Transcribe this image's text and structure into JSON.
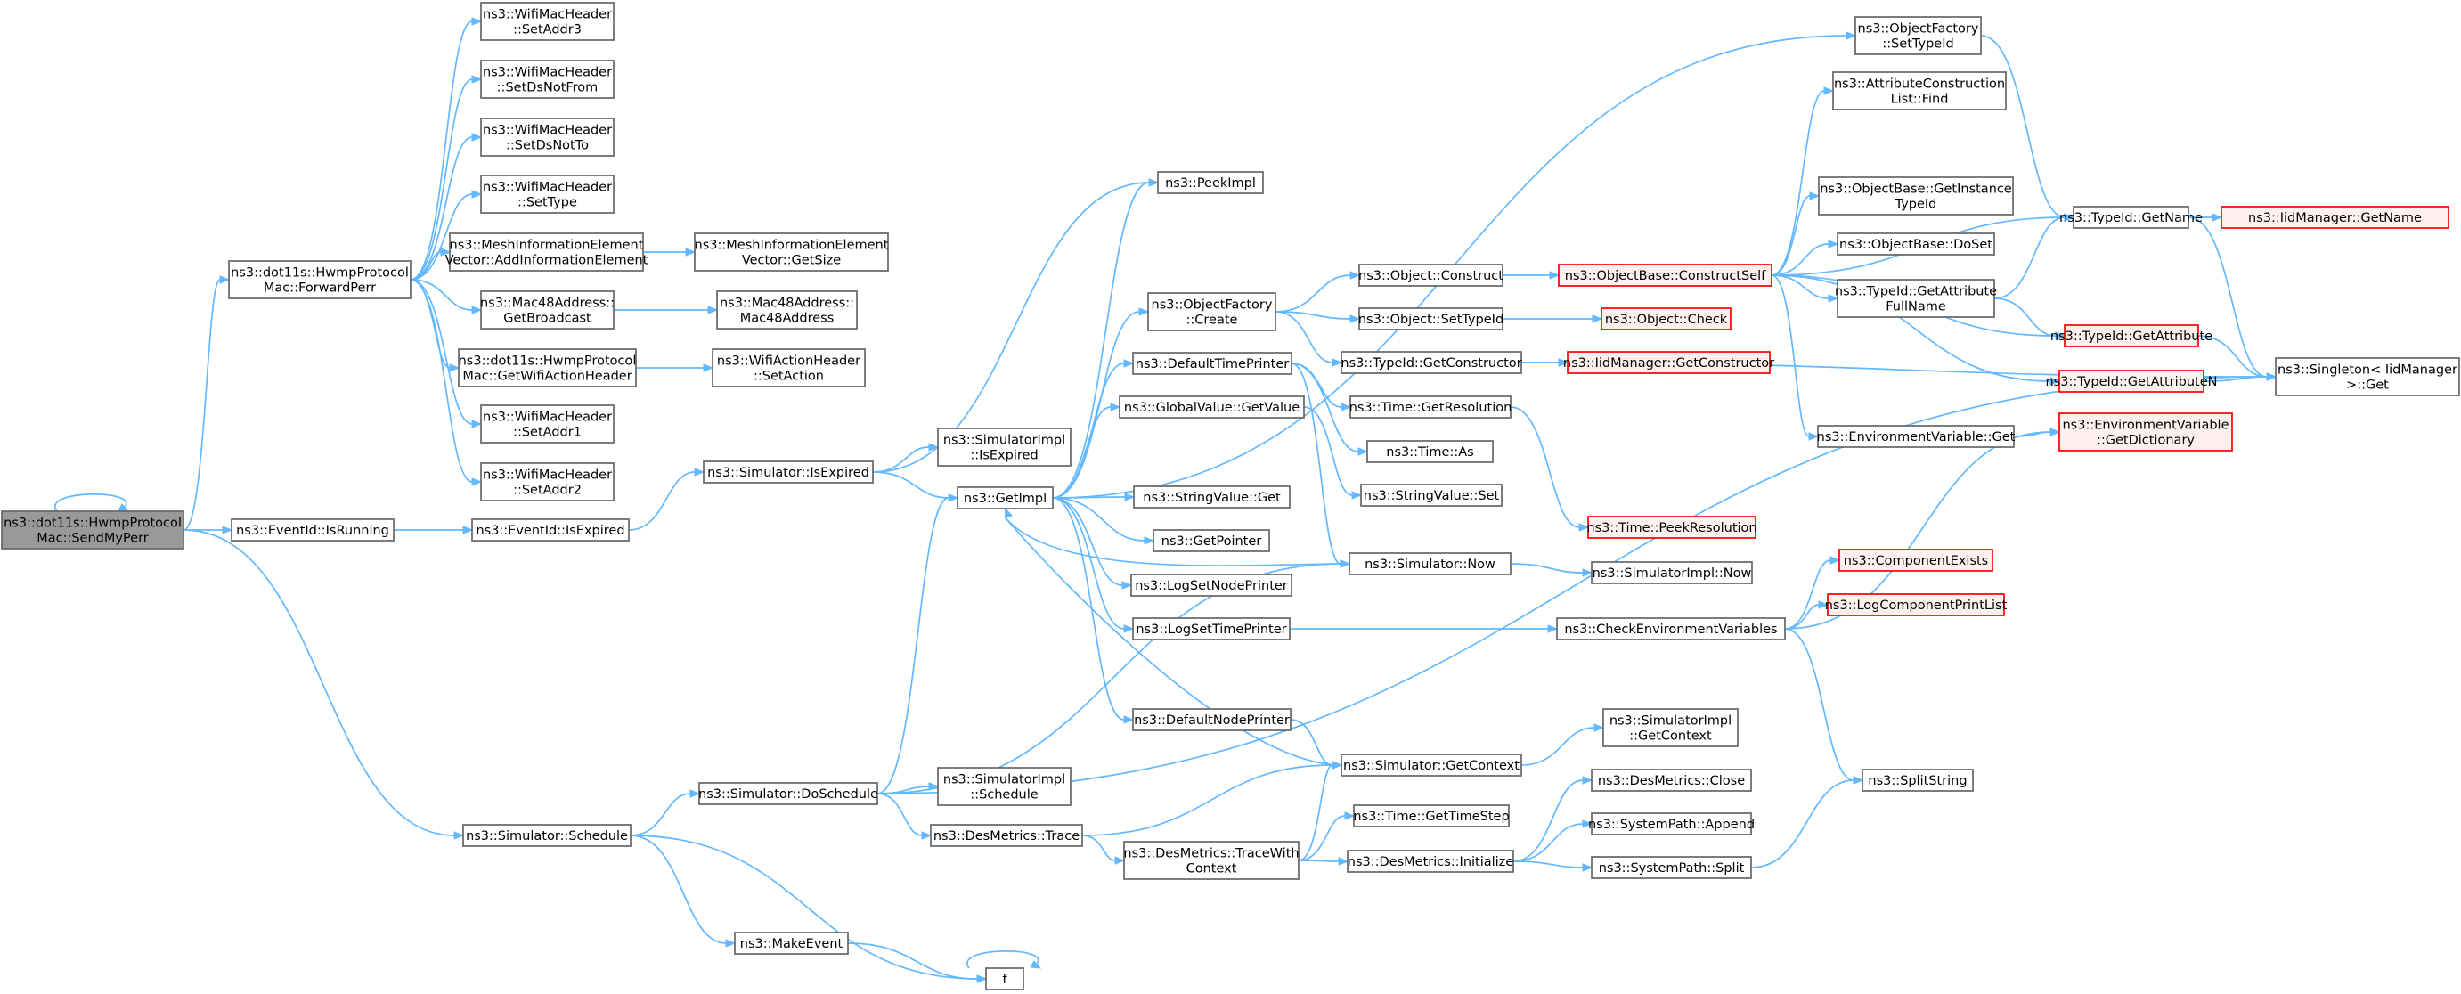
{
  "graph": {
    "colors": {
      "edge": "#63b8ff",
      "root_fill": "#999999",
      "node_border": "#666666",
      "truncated_border": "#ff0000"
    },
    "nodes": [
      {
        "id": "sendmyperr",
        "lines": [
          "ns3::dot11s::HwmpProtocol",
          "Mac::SendMyPerr"
        ],
        "style": "root"
      },
      {
        "id": "forwardperr",
        "lines": [
          "ns3::dot11s::HwmpProtocol",
          "Mac::ForwardPerr"
        ]
      },
      {
        "id": "isrunning",
        "lines": [
          "ns3::EventId::IsRunning"
        ]
      },
      {
        "id": "schedule",
        "lines": [
          "ns3::Simulator::Schedule"
        ]
      },
      {
        "id": "setaddr3",
        "lines": [
          "ns3::WifiMacHeader",
          "::SetAddr3"
        ]
      },
      {
        "id": "setdsnotfrom",
        "lines": [
          "ns3::WifiMacHeader",
          "::SetDsNotFrom"
        ]
      },
      {
        "id": "setdsnotto",
        "lines": [
          "ns3::WifiMacHeader",
          "::SetDsNotTo"
        ]
      },
      {
        "id": "settype",
        "lines": [
          "ns3::WifiMacHeader",
          "::SetType"
        ]
      },
      {
        "id": "addinfo",
        "lines": [
          "ns3::MeshInformationElement",
          "Vector::AddInformationElement"
        ]
      },
      {
        "id": "getbroadcast",
        "lines": [
          "ns3::Mac48Address::",
          "GetBroadcast"
        ]
      },
      {
        "id": "getwifiaction",
        "lines": [
          "ns3::dot11s::HwmpProtocol",
          "Mac::GetWifiActionHeader"
        ]
      },
      {
        "id": "setaddr1",
        "lines": [
          "ns3::WifiMacHeader",
          "::SetAddr1"
        ]
      },
      {
        "id": "setaddr2",
        "lines": [
          "ns3::WifiMacHeader",
          "::SetAddr2"
        ]
      },
      {
        "id": "iexpired",
        "lines": [
          "ns3::EventId::IsExpired"
        ]
      },
      {
        "id": "doschedule",
        "lines": [
          "ns3::Simulator::DoSchedule"
        ]
      },
      {
        "id": "makeevent",
        "lines": [
          "ns3::MakeEvent"
        ]
      },
      {
        "id": "f",
        "lines": [
          "f"
        ]
      },
      {
        "id": "meshgetsize",
        "lines": [
          "ns3::MeshInformationElement",
          "Vector::GetSize"
        ]
      },
      {
        "id": "mac48ctor",
        "lines": [
          "ns3::Mac48Address::",
          "Mac48Address"
        ]
      },
      {
        "id": "setaction",
        "lines": [
          "ns3::WifiActionHeader",
          "::SetAction"
        ]
      },
      {
        "id": "simisexpired",
        "lines": [
          "ns3::Simulator::IsExpired"
        ]
      },
      {
        "id": "simimplisexpired",
        "lines": [
          "ns3::SimulatorImpl",
          "::IsExpired"
        ]
      },
      {
        "id": "simimplschedule",
        "lines": [
          "ns3::SimulatorImpl",
          "::Schedule"
        ]
      },
      {
        "id": "destrace",
        "lines": [
          "ns3::DesMetrics::Trace"
        ]
      },
      {
        "id": "getimpl",
        "lines": [
          "ns3::GetImpl"
        ]
      },
      {
        "id": "peekimpl",
        "lines": [
          "ns3::PeekImpl"
        ]
      },
      {
        "id": "ofcreate",
        "lines": [
          "ns3::ObjectFactory",
          "::Create"
        ]
      },
      {
        "id": "deftimeprinter",
        "lines": [
          "ns3::DefaultTimePrinter"
        ]
      },
      {
        "id": "gvget",
        "lines": [
          "ns3::GlobalValue::GetValue"
        ]
      },
      {
        "id": "svget",
        "lines": [
          "ns3::StringValue::Get"
        ]
      },
      {
        "id": "getpointer",
        "lines": [
          "ns3::GetPointer"
        ]
      },
      {
        "id": "logsetnode",
        "lines": [
          "ns3::LogSetNodePrinter"
        ]
      },
      {
        "id": "logsettime",
        "lines": [
          "ns3::LogSetTimePrinter"
        ]
      },
      {
        "id": "defnodeprinter",
        "lines": [
          "ns3::DefaultNodePrinter"
        ]
      },
      {
        "id": "tracewithctx",
        "lines": [
          "ns3::DesMetrics::TraceWith",
          "Context"
        ]
      },
      {
        "id": "objconstruct",
        "lines": [
          "ns3::Object::Construct"
        ]
      },
      {
        "id": "objsettypeid",
        "lines": [
          "ns3::Object::SetTypeId"
        ]
      },
      {
        "id": "tidgetctor",
        "lines": [
          "ns3::TypeId::GetConstructor"
        ]
      },
      {
        "id": "timegetres",
        "lines": [
          "ns3::Time::GetResolution"
        ]
      },
      {
        "id": "timeas",
        "lines": [
          "ns3::Time::As"
        ]
      },
      {
        "id": "svset",
        "lines": [
          "ns3::StringValue::Set"
        ]
      },
      {
        "id": "simnow",
        "lines": [
          "ns3::Simulator::Now"
        ]
      },
      {
        "id": "simgetctx",
        "lines": [
          "ns3::Simulator::GetContext"
        ]
      },
      {
        "id": "timegetstep",
        "lines": [
          "ns3::Time::GetTimeStep"
        ]
      },
      {
        "id": "desinit",
        "lines": [
          "ns3::DesMetrics::Initialize"
        ]
      },
      {
        "id": "objbasecs",
        "lines": [
          "ns3::ObjectBase::ConstructSelf"
        ],
        "style": "red"
      },
      {
        "id": "objcheck",
        "lines": [
          "ns3::Object::Check"
        ],
        "style": "red"
      },
      {
        "id": "iidgetctor",
        "lines": [
          "ns3::IidManager::GetConstructor"
        ],
        "style": "red"
      },
      {
        "id": "timepeekres",
        "lines": [
          "ns3::Time::PeekResolution"
        ],
        "style": "red"
      },
      {
        "id": "simimplnow",
        "lines": [
          "ns3::SimulatorImpl::Now"
        ]
      },
      {
        "id": "checkenv",
        "lines": [
          "ns3::CheckEnvironmentVariables"
        ]
      },
      {
        "id": "simimplgetctx",
        "lines": [
          "ns3::SimulatorImpl",
          "::GetContext"
        ]
      },
      {
        "id": "desclose",
        "lines": [
          "ns3::DesMetrics::Close"
        ]
      },
      {
        "id": "sysappend",
        "lines": [
          "ns3::SystemPath::Append"
        ]
      },
      {
        "id": "syssplit",
        "lines": [
          "ns3::SystemPath::Split"
        ]
      },
      {
        "id": "ofsettypeid",
        "lines": [
          "ns3::ObjectFactory",
          "::SetTypeId"
        ]
      },
      {
        "id": "acfind",
        "lines": [
          "ns3::AttributeConstruction",
          "List::Find"
        ]
      },
      {
        "id": "obgetinst",
        "lines": [
          "ns3::ObjectBase::GetInstance",
          "TypeId"
        ]
      },
      {
        "id": "obdoset",
        "lines": [
          "ns3::ObjectBase::DoSet"
        ]
      },
      {
        "id": "tidgetattrfull",
        "lines": [
          "ns3::TypeId::GetAttribute",
          "FullName"
        ]
      },
      {
        "id": "envget",
        "lines": [
          "ns3::EnvironmentVariable::Get"
        ]
      },
      {
        "id": "compexists",
        "lines": [
          "ns3::ComponentExists"
        ],
        "style": "red"
      },
      {
        "id": "logcompprint",
        "lines": [
          "ns3::LogComponentPrintList"
        ],
        "style": "red"
      },
      {
        "id": "splitstring",
        "lines": [
          "ns3::SplitString"
        ]
      },
      {
        "id": "tidgetname",
        "lines": [
          "ns3::TypeId::GetName"
        ]
      },
      {
        "id": "tidgetattr",
        "lines": [
          "ns3::TypeId::GetAttribute"
        ],
        "style": "red"
      },
      {
        "id": "tidgetattrn",
        "lines": [
          "ns3::TypeId::GetAttributeN"
        ],
        "style": "red"
      },
      {
        "id": "envgetdict",
        "lines": [
          "ns3::EnvironmentVariable",
          "::GetDictionary"
        ],
        "style": "red"
      },
      {
        "id": "iidgetname",
        "lines": [
          "ns3::IidManager::GetName"
        ],
        "style": "red"
      },
      {
        "id": "singletonget",
        "lines": [
          "ns3::Singleton< IidManager",
          ">::Get"
        ]
      }
    ],
    "edges": [
      [
        "sendmyperr",
        "sendmyperr"
      ],
      [
        "sendmyperr",
        "forwardperr"
      ],
      [
        "sendmyperr",
        "isrunning"
      ],
      [
        "sendmyperr",
        "schedule"
      ],
      [
        "forwardperr",
        "setaddr3"
      ],
      [
        "forwardperr",
        "setdsnotfrom"
      ],
      [
        "forwardperr",
        "setdsnotto"
      ],
      [
        "forwardperr",
        "settype"
      ],
      [
        "forwardperr",
        "addinfo"
      ],
      [
        "forwardperr",
        "getbroadcast"
      ],
      [
        "forwardperr",
        "getwifiaction"
      ],
      [
        "forwardperr",
        "setaddr1"
      ],
      [
        "forwardperr",
        "setaddr2"
      ],
      [
        "addinfo",
        "meshgetsize"
      ],
      [
        "getbroadcast",
        "mac48ctor"
      ],
      [
        "getwifiaction",
        "setaction"
      ],
      [
        "isrunning",
        "iexpired"
      ],
      [
        "iexpired",
        "simisexpired"
      ],
      [
        "simisexpired",
        "peekimpl"
      ],
      [
        "simisexpired",
        "simimplisexpired"
      ],
      [
        "simisexpired",
        "getimpl"
      ],
      [
        "schedule",
        "doschedule"
      ],
      [
        "schedule",
        "makeevent"
      ],
      [
        "schedule",
        "f"
      ],
      [
        "makeevent",
        "f"
      ],
      [
        "f",
        "f"
      ],
      [
        "doschedule",
        "getimpl"
      ],
      [
        "doschedule",
        "simimplschedule"
      ],
      [
        "doschedule",
        "destrace"
      ],
      [
        "doschedule",
        "simnow"
      ],
      [
        "doschedule",
        "singletonget"
      ],
      [
        "destrace",
        "simgetctx"
      ],
      [
        "destrace",
        "tracewithctx"
      ],
      [
        "getimpl",
        "peekimpl"
      ],
      [
        "getimpl",
        "ofsettypeid"
      ],
      [
        "getimpl",
        "ofcreate"
      ],
      [
        "getimpl",
        "deftimeprinter"
      ],
      [
        "getimpl",
        "gvget"
      ],
      [
        "getimpl",
        "svget"
      ],
      [
        "getimpl",
        "getpointer"
      ],
      [
        "getimpl",
        "logsetnode"
      ],
      [
        "getimpl",
        "logsettime"
      ],
      [
        "getimpl",
        "defnodeprinter"
      ],
      [
        "ofcreate",
        "objconstruct"
      ],
      [
        "ofcreate",
        "objsettypeid"
      ],
      [
        "ofcreate",
        "tidgetctor"
      ],
      [
        "deftimeprinter",
        "timegetres"
      ],
      [
        "deftimeprinter",
        "timeas"
      ],
      [
        "deftimeprinter",
        "simnow"
      ],
      [
        "gvget",
        "svset"
      ],
      [
        "logsettime",
        "checkenv"
      ],
      [
        "defnodeprinter",
        "simgetctx"
      ],
      [
        "simnow",
        "getimpl"
      ],
      [
        "simnow",
        "simimplnow"
      ],
      [
        "simgetctx",
        "getimpl"
      ],
      [
        "simgetctx",
        "simimplgetctx"
      ],
      [
        "tracewithctx",
        "simgetctx"
      ],
      [
        "tracewithctx",
        "timegetstep"
      ],
      [
        "tracewithctx",
        "desinit"
      ],
      [
        "desinit",
        "desclose"
      ],
      [
        "desinit",
        "sysappend"
      ],
      [
        "desinit",
        "syssplit"
      ],
      [
        "objconstruct",
        "objbasecs"
      ],
      [
        "objsettypeid",
        "objcheck"
      ],
      [
        "tidgetctor",
        "iidgetctor"
      ],
      [
        "tidgetctor",
        "singletonget"
      ],
      [
        "timegetres",
        "timepeekres"
      ],
      [
        "objbasecs",
        "acfind"
      ],
      [
        "objbasecs",
        "obgetinst"
      ],
      [
        "objbasecs",
        "obdoset"
      ],
      [
        "objbasecs",
        "tidgetattrfull"
      ],
      [
        "objbasecs",
        "envget"
      ],
      [
        "objbasecs",
        "tidgetname"
      ],
      [
        "objbasecs",
        "tidgetattr"
      ],
      [
        "objbasecs",
        "tidgetattrn"
      ],
      [
        "checkenv",
        "compexists"
      ],
      [
        "checkenv",
        "logcompprint"
      ],
      [
        "checkenv",
        "splitstring"
      ],
      [
        "checkenv",
        "envgetdict"
      ],
      [
        "syssplit",
        "splitstring"
      ],
      [
        "ofsettypeid",
        "tidgetname"
      ],
      [
        "tidgetattrfull",
        "tidgetname"
      ],
      [
        "tidgetattrfull",
        "tidgetattr"
      ],
      [
        "envget",
        "envgetdict"
      ],
      [
        "tidgetname",
        "iidgetname"
      ],
      [
        "tidgetname",
        "singletonget"
      ],
      [
        "tidgetattr",
        "singletonget"
      ],
      [
        "tidgetattrn",
        "singletonget"
      ]
    ]
  }
}
